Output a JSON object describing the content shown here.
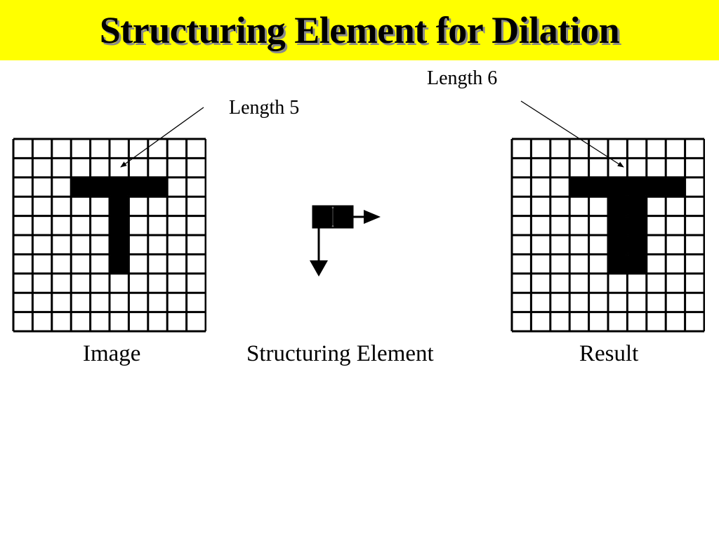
{
  "slide": {
    "title": "Structuring Element for Dilation",
    "title_bg_color": "#ffff00"
  },
  "annotations": {
    "length_image": "Length 5",
    "length_result": "Length 6"
  },
  "captions": {
    "image": "Image",
    "structuring_element": "Structuring Element",
    "result": "Result"
  },
  "image_grid": {
    "rows": 10,
    "cols": 10,
    "filled": [
      [
        2,
        3
      ],
      [
        2,
        4
      ],
      [
        2,
        5
      ],
      [
        2,
        6
      ],
      [
        2,
        7
      ],
      [
        3,
        5
      ],
      [
        4,
        5
      ],
      [
        5,
        5
      ],
      [
        6,
        5
      ]
    ]
  },
  "structuring_element": {
    "cells": 2,
    "arrows": [
      "right",
      "down"
    ]
  },
  "result_grid": {
    "rows": 10,
    "cols": 10,
    "filled": [
      [
        2,
        3
      ],
      [
        2,
        4
      ],
      [
        2,
        5
      ],
      [
        2,
        6
      ],
      [
        2,
        7
      ],
      [
        2,
        8
      ],
      [
        3,
        5
      ],
      [
        3,
        6
      ],
      [
        4,
        5
      ],
      [
        4,
        6
      ],
      [
        5,
        5
      ],
      [
        5,
        6
      ],
      [
        6,
        5
      ],
      [
        6,
        6
      ]
    ]
  }
}
